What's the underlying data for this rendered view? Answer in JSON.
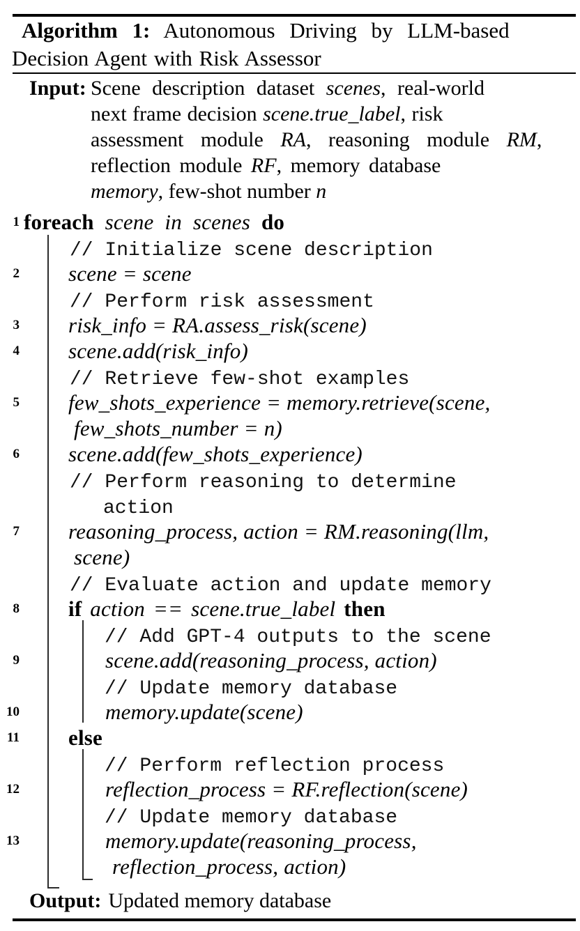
{
  "document": {
    "title": {
      "label": "Algorithm 1:",
      "rest": "Autonomous Driving by LLM-based",
      "line2": "Decision Agent with Risk Assessor"
    },
    "input_label": "Input:",
    "input_lines": [
      {
        "segs": [
          {
            "s": "rm",
            "t": "Scene description dataset "
          },
          {
            "s": "it",
            "t": "scenes"
          },
          {
            "s": "rm",
            "t": ", real-world"
          }
        ]
      },
      {
        "segs": [
          {
            "s": "rm",
            "t": "next frame decision "
          },
          {
            "s": "it",
            "t": "scene.true_label"
          },
          {
            "s": "rm",
            "t": ", risk"
          }
        ]
      },
      {
        "segs": [
          {
            "s": "rm",
            "t": "assessment module "
          },
          {
            "s": "it",
            "t": "RA"
          },
          {
            "s": "rm",
            "t": ", reasoning module "
          },
          {
            "s": "it",
            "t": "RM"
          },
          {
            "s": "rm",
            "t": ","
          }
        ]
      },
      {
        "segs": [
          {
            "s": "rm",
            "t": "reflection module "
          },
          {
            "s": "it",
            "t": "RF"
          },
          {
            "s": "rm",
            "t": ", memory database"
          }
        ]
      },
      {
        "segs": [
          {
            "s": "it",
            "t": "memory"
          },
          {
            "s": "rm",
            "t": ", few-shot number "
          },
          {
            "s": "it",
            "t": "n"
          }
        ]
      }
    ],
    "code_lines": [
      {
        "num": "1",
        "ind": "i0",
        "segs": [
          {
            "s": "kw",
            "t": "foreach"
          },
          {
            "s": "it",
            "t": " scene in scenes "
          },
          {
            "s": "kw",
            "t": "do"
          }
        ]
      },
      {
        "ind": "ic1",
        "segs": [
          {
            "s": "cm",
            "t": "// Initialize scene description"
          }
        ]
      },
      {
        "num": "2",
        "ind": "i1",
        "segs": [
          {
            "s": "it",
            "t": "scene = scene"
          }
        ]
      },
      {
        "ind": "ic1",
        "segs": [
          {
            "s": "cm",
            "t": "// Perform risk assessment"
          }
        ]
      },
      {
        "num": "3",
        "ind": "i1",
        "segs": [
          {
            "s": "it",
            "t": "risk_info = RA.assess_risk(scene)"
          }
        ]
      },
      {
        "num": "4",
        "ind": "i1",
        "segs": [
          {
            "s": "it",
            "t": "scene.add(risk_info)"
          }
        ]
      },
      {
        "ind": "ic1",
        "segs": [
          {
            "s": "cm",
            "t": "// Retrieve few-shot examples"
          }
        ]
      },
      {
        "num": "5",
        "ind": "i1",
        "segs": [
          {
            "s": "it",
            "t": "few_shots_experience = memory.retrieve(scene,"
          }
        ]
      },
      {
        "ind": "i1c",
        "segs": [
          {
            "s": "it",
            "t": "few_shots_number = n)"
          }
        ]
      },
      {
        "num": "6",
        "ind": "i1",
        "segs": [
          {
            "s": "it",
            "t": "scene.add(few_shots_experience)"
          }
        ]
      },
      {
        "ind": "ic1",
        "segs": [
          {
            "s": "cm",
            "t": "// Perform reasoning to determine"
          }
        ]
      },
      {
        "ind": "ic1c",
        "segs": [
          {
            "s": "cm",
            "t": "action"
          }
        ]
      },
      {
        "num": "7",
        "ind": "i1",
        "segs": [
          {
            "s": "it",
            "t": "reasoning_process, action = RM.reasoning(llm,"
          }
        ]
      },
      {
        "ind": "i1c",
        "segs": [
          {
            "s": "it",
            "t": "scene)"
          }
        ]
      },
      {
        "ind": "ic1",
        "segs": [
          {
            "s": "cm",
            "t": "// Evaluate action and update memory"
          }
        ]
      },
      {
        "num": "8",
        "ind": "i1",
        "segs": [
          {
            "s": "kw",
            "t": "if"
          },
          {
            "s": "it",
            "t": " action == scene.true_label "
          },
          {
            "s": "kw",
            "t": "then"
          }
        ]
      },
      {
        "ind": "ic2",
        "segs": [
          {
            "s": "cm",
            "t": "// Add GPT-4 outputs to the scene"
          }
        ]
      },
      {
        "num": "9",
        "ind": "i2",
        "segs": [
          {
            "s": "it",
            "t": "scene.add(reasoning_process, action)"
          }
        ]
      },
      {
        "ind": "ic2",
        "segs": [
          {
            "s": "cm",
            "t": "// Update memory database"
          }
        ]
      },
      {
        "num": "10",
        "ind": "i2",
        "segs": [
          {
            "s": "it",
            "t": "memory.update(scene)"
          }
        ]
      },
      {
        "num": "11",
        "ind": "i1",
        "segs": [
          {
            "s": "kw",
            "t": "else"
          }
        ]
      },
      {
        "ind": "ic2",
        "segs": [
          {
            "s": "cm",
            "t": "// Perform reflection process"
          }
        ]
      },
      {
        "num": "12",
        "ind": "i2",
        "segs": [
          {
            "s": "it",
            "t": "reflection_process = RF.reflection(scene)"
          }
        ]
      },
      {
        "ind": "ic2",
        "segs": [
          {
            "s": "cm",
            "t": "// Update memory database"
          }
        ]
      },
      {
        "num": "13",
        "ind": "i2",
        "segs": [
          {
            "s": "it",
            "t": "memory.update(reasoning_process,"
          }
        ]
      },
      {
        "ind": "i2c",
        "segs": [
          {
            "s": "it",
            "t": "reflection_process, action)"
          }
        ]
      }
    ],
    "output_label": "Output:",
    "output_text": "Updated memory database",
    "colors": {
      "text": "#000000",
      "rule": "#000000",
      "block_line": "#2b2b2b",
      "background": "#ffffff"
    }
  }
}
